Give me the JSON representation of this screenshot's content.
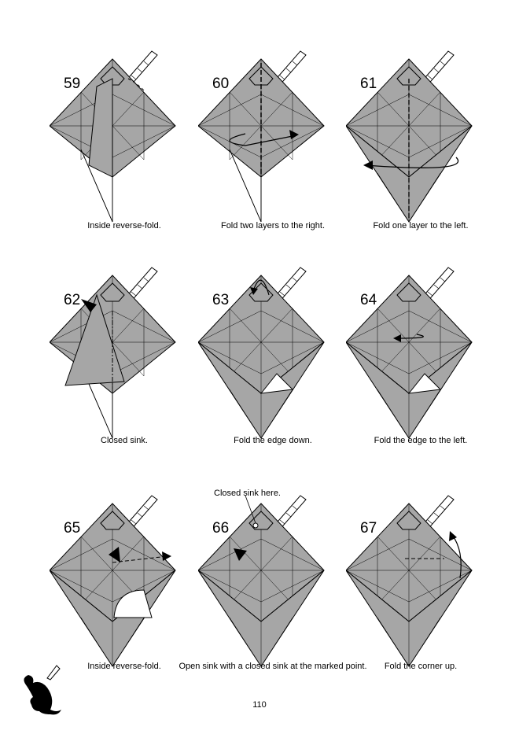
{
  "steps": [
    {
      "number": "59",
      "caption": "Inside reverse-fold."
    },
    {
      "number": "60",
      "caption": "Fold two layers to the right."
    },
    {
      "number": "61",
      "caption": "Fold one layer to the left."
    },
    {
      "number": "62",
      "caption": "Closed sink."
    },
    {
      "number": "63",
      "caption": "Fold the edge down."
    },
    {
      "number": "64",
      "caption": "Fold the edge to the left."
    },
    {
      "number": "65",
      "caption": "Inside reverse-fold."
    },
    {
      "number": "66",
      "caption": "Open sink with a closed sink at the marked point."
    },
    {
      "number": "67",
      "caption": "Fold the corner up."
    }
  ],
  "annotation": "Closed sink here.",
  "page_number": "110",
  "colors": {
    "paper": "#a6a6a6",
    "line": "#000000"
  }
}
